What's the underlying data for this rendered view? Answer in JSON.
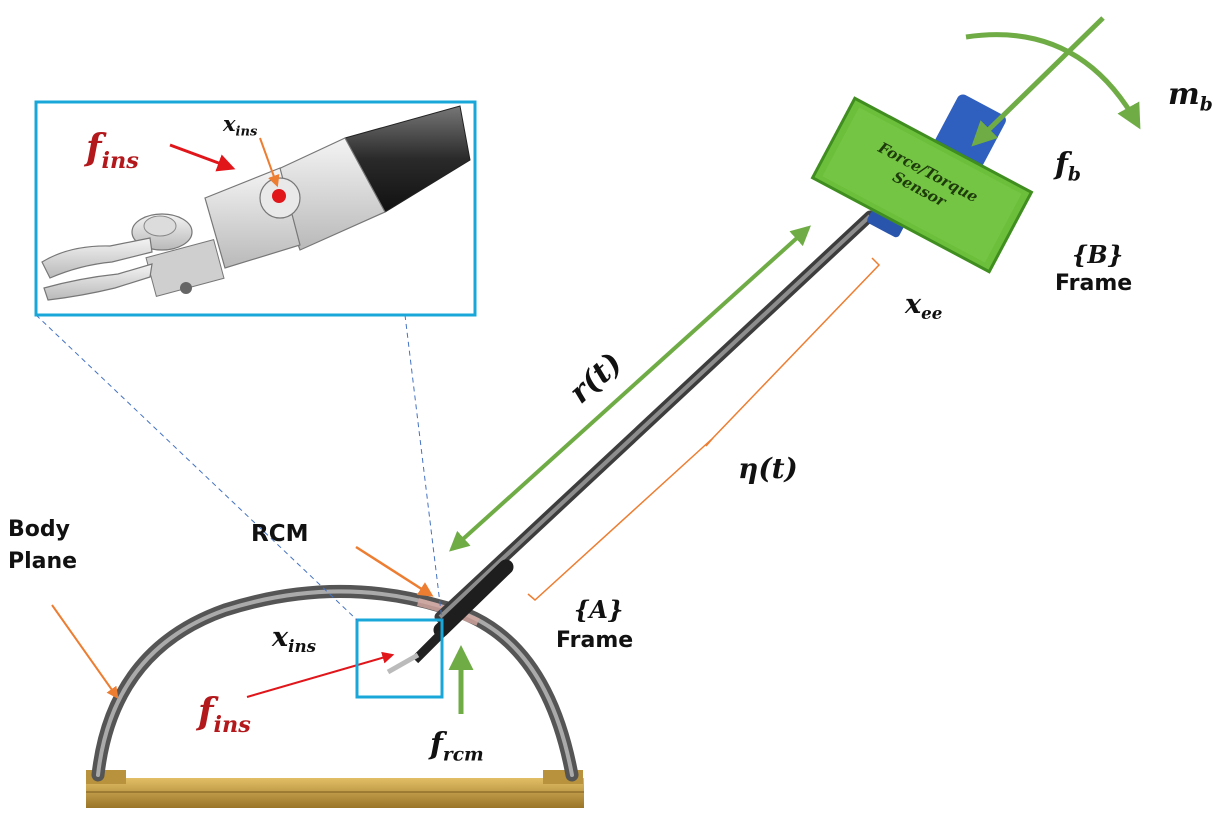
{
  "labels": {
    "body_plane_line1": "Body",
    "body_plane_line2": "Plane",
    "rcm": "RCM",
    "frame_a_brace": "{A}",
    "frame_a_word": "Frame",
    "frame_b_brace": "{B}",
    "frame_b_word": "Frame",
    "sensor_line1": "Force/Torque",
    "sensor_line2": "Sensor",
    "x_ins_main": "x",
    "x_ins_main_sub": "ins",
    "f_ins_main": "f",
    "f_ins_main_sub": "ins",
    "f_rcm": "f",
    "f_rcm_sub": "rcm",
    "r_t": "r(t)",
    "eta_t": "η(t)",
    "x_ee": "x",
    "x_ee_sub": "ee",
    "f_b": "f",
    "f_b_sub": "b",
    "m_b": "m",
    "m_b_sub": "b",
    "inset_x_ins": "x",
    "inset_x_ins_sub": "ins",
    "inset_f_ins": "f",
    "inset_f_ins_sub": "ins"
  },
  "colors": {
    "force_arrow": "#6fac46",
    "pointer_orange": "#ed7d31",
    "pointer_red": "#e0161b",
    "inset_border": "#18a7d8",
    "sensor_green": "#6cbf3a",
    "sensor_blue": "#2f5fbf",
    "dome": "#6b6b6b",
    "base_wood": "#c8a24a"
  },
  "icons": {
    "gripper": "surgical-gripper-icon",
    "sensor": "force-torque-sensor-icon"
  }
}
